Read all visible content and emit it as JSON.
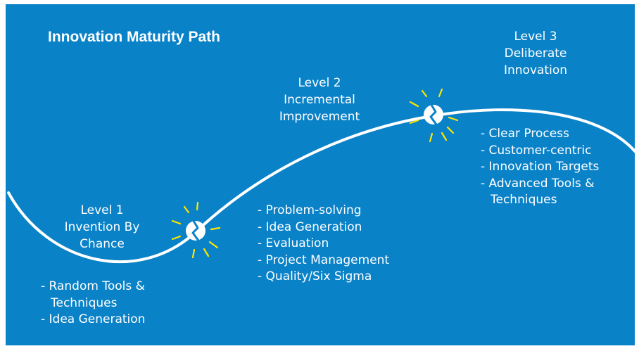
{
  "colors": {
    "background": "#0a82c8",
    "curve": "#ffffff",
    "burst": "#ffe600"
  },
  "title": "Innovation Maturity Path",
  "levels": [
    {
      "lines": [
        "Level 1",
        "Invention By",
        "Chance"
      ],
      "items": [
        "- Random Tools &",
        "Techniques",
        "- Idea Generation"
      ]
    },
    {
      "lines": [
        "Level 2",
        "Incremental",
        "Improvement"
      ],
      "items": [
        "- Problem-solving",
        "- Idea Generation",
        "- Evaluation",
        "- Project Management",
        "- Quality/Six Sigma"
      ]
    },
    {
      "lines": [
        "Level 3",
        "Deliberate",
        "Innovation"
      ],
      "items": [
        "- Clear Process",
        "- Customer-centric",
        "- Innovation Targets",
        "- Advanced Tools &",
        "Techniques"
      ]
    }
  ],
  "icons": [
    "breakthrough-burst-icon",
    "breakthrough-burst-icon"
  ]
}
